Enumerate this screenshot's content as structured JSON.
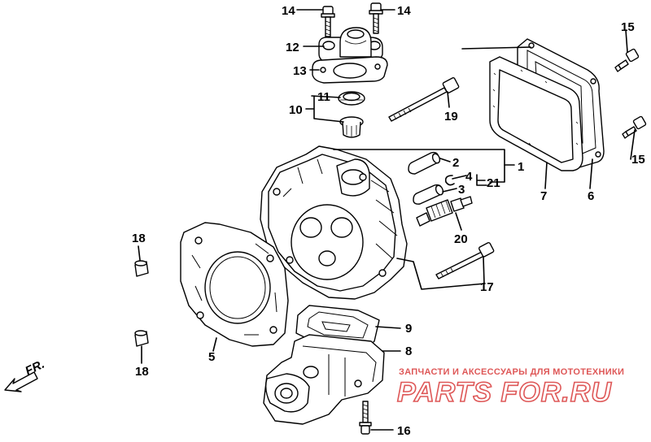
{
  "callouts": [
    "1",
    "2",
    "3",
    "4",
    "5",
    "6",
    "7",
    "8",
    "9",
    "10",
    "11",
    "12",
    "13",
    "14",
    "14",
    "15",
    "15",
    "16",
    "17",
    "18",
    "18",
    "19",
    "20",
    "21"
  ],
  "direction_label": "FR.",
  "watermark": {
    "tagline": "ЗАПЧАСТИ И АКСЕССУАРЫ ДЛЯ МОТОТЕХНИКИ",
    "brand": "PARTS FOR.RU",
    "color": "#d93a3a"
  }
}
